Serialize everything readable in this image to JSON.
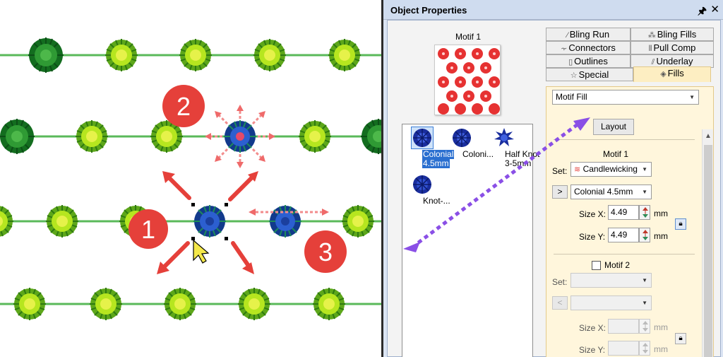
{
  "panel": {
    "title": "Object Properties",
    "pin_icon": "pin-icon",
    "close_icon": "close-icon"
  },
  "motif_preview": {
    "title": "Motif 1"
  },
  "stitch_list": {
    "items": [
      {
        "label": "Colonial 4.5mm",
        "label_line1": "Colonial",
        "label_line2": "4.5mm",
        "selected": true,
        "icon": "colonial-knot-icon"
      },
      {
        "label": "Coloni...",
        "label_line1": "Coloni...",
        "label_line2": "",
        "selected": false,
        "icon": "colonial-knot-icon"
      },
      {
        "label": "Half Knot 3-5mm",
        "label_line1": "Half Knot",
        "label_line2": "3-5mm",
        "selected": false,
        "icon": "half-knot-icon"
      },
      {
        "label": "Knot-...",
        "label_line1": "Knot-...",
        "label_line2": "",
        "selected": false,
        "icon": "knot-icon"
      }
    ]
  },
  "tabs": [
    {
      "label": "Bling Run",
      "icon": "bling-run-icon"
    },
    {
      "label": "Bling Fills",
      "icon": "bling-fills-icon"
    },
    {
      "label": "Connectors",
      "icon": "connectors-icon"
    },
    {
      "label": "Pull Comp",
      "icon": "pull-comp-icon"
    },
    {
      "label": "Outlines",
      "icon": "outlines-icon"
    },
    {
      "label": "Underlay",
      "icon": "underlay-icon"
    },
    {
      "label": "Special",
      "icon": "special-star-icon"
    },
    {
      "label": "Fills",
      "icon": "fills-icon",
      "active": true
    }
  ],
  "fills": {
    "fill_type": "Motif Fill",
    "layout_button": "Layout",
    "motif1": {
      "heading": "Motif 1",
      "set_label": "Set:",
      "set_value": "Candlewicking",
      "next_button": ">",
      "stitch_value": "Colonial 4.5mm",
      "size_x_label": "Size X:",
      "size_x_value": "4.49",
      "size_y_label": "Size Y:",
      "size_y_value": "4.49",
      "unit": "mm",
      "locked": true
    },
    "motif2": {
      "checkbox_label": "Motif 2",
      "checked": false,
      "set_label": "Set:",
      "set_value": "",
      "prev_button": "<",
      "stitch_value": "",
      "size_x_label": "Size X:",
      "size_x_value": "",
      "size_y_label": "Size Y:",
      "size_y_value": "",
      "unit": "mm",
      "enabled": false
    }
  },
  "canvas": {
    "callouts": [
      "1",
      "2",
      "3"
    ],
    "colors": {
      "callout": "#e5403a",
      "arrow_red": "#e5403a",
      "arrow_dashed": "#f28c8c",
      "purple_arrow": "#8a4fe6",
      "thread_green": "#4aa84a",
      "knot_dark": "#1f8a2a",
      "knot_light": "#9ed818",
      "selected_knot": "#1c3c9e"
    }
  }
}
